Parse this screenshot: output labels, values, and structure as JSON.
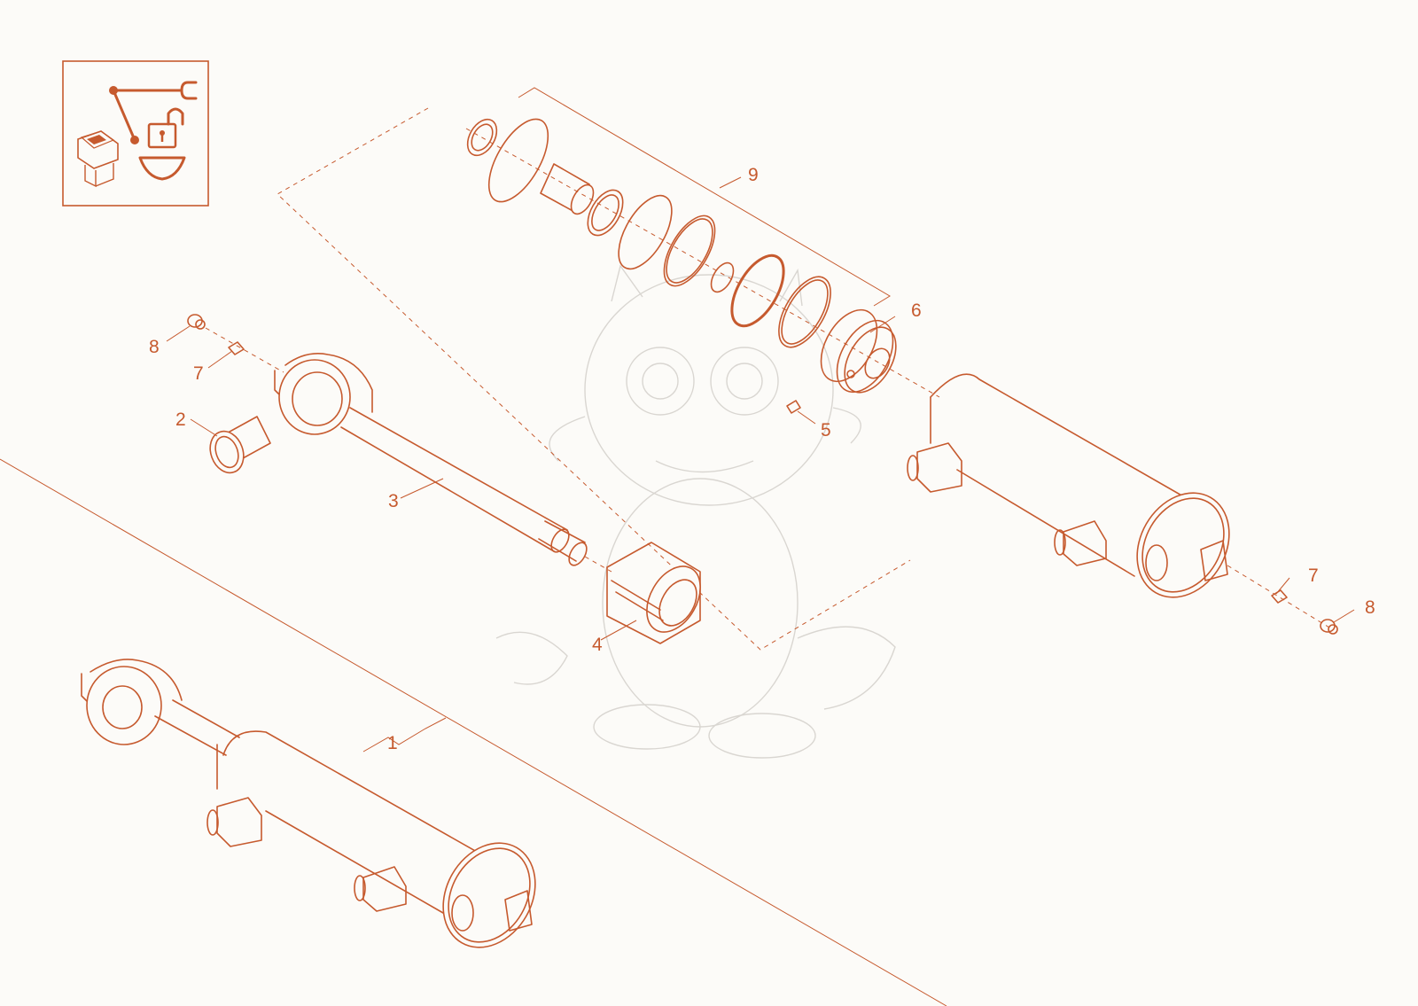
{
  "diagram": {
    "callouts": [
      {
        "id": "1",
        "label": "1"
      },
      {
        "id": "2",
        "label": "2"
      },
      {
        "id": "3",
        "label": "3"
      },
      {
        "id": "4",
        "label": "4"
      },
      {
        "id": "5",
        "label": "5"
      },
      {
        "id": "6",
        "label": "6"
      },
      {
        "id": "7a",
        "label": "7"
      },
      {
        "id": "7b",
        "label": "7"
      },
      {
        "id": "8a",
        "label": "8"
      },
      {
        "id": "8b",
        "label": "8"
      },
      {
        "id": "9",
        "label": "9"
      }
    ],
    "accent_color": "#c65a2e",
    "background_color": "#fcfbf8",
    "watermark": "baby-dragon-watermark",
    "corner_icon": "hydraulic-lock-icon"
  }
}
